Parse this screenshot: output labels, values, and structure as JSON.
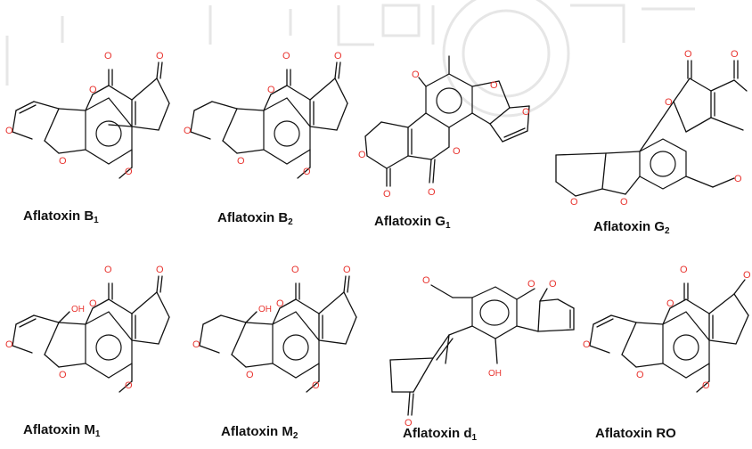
{
  "compounds": [
    {
      "name": "Aflatoxin B",
      "subscript": "1"
    },
    {
      "name": "Aflatoxin B",
      "subscript": "2"
    },
    {
      "name": "Aflatoxin G",
      "subscript": "1"
    },
    {
      "name": "Aflatoxin G",
      "subscript": "2"
    },
    {
      "name": "Aflatoxin M",
      "subscript": "1"
    },
    {
      "name": "Aflatoxin M",
      "subscript": "2"
    },
    {
      "name": "Aflatoxin d",
      "subscript": "1"
    },
    {
      "name": "Aflatoxin RO",
      "subscript": ""
    }
  ],
  "atom_labels": {
    "oxygen": "O",
    "hydroxyl": "OH"
  },
  "colors": {
    "bond": "#111111",
    "heteroatom": "#e8342f",
    "caption": "#111111",
    "watermark": "#d9d9d9"
  }
}
